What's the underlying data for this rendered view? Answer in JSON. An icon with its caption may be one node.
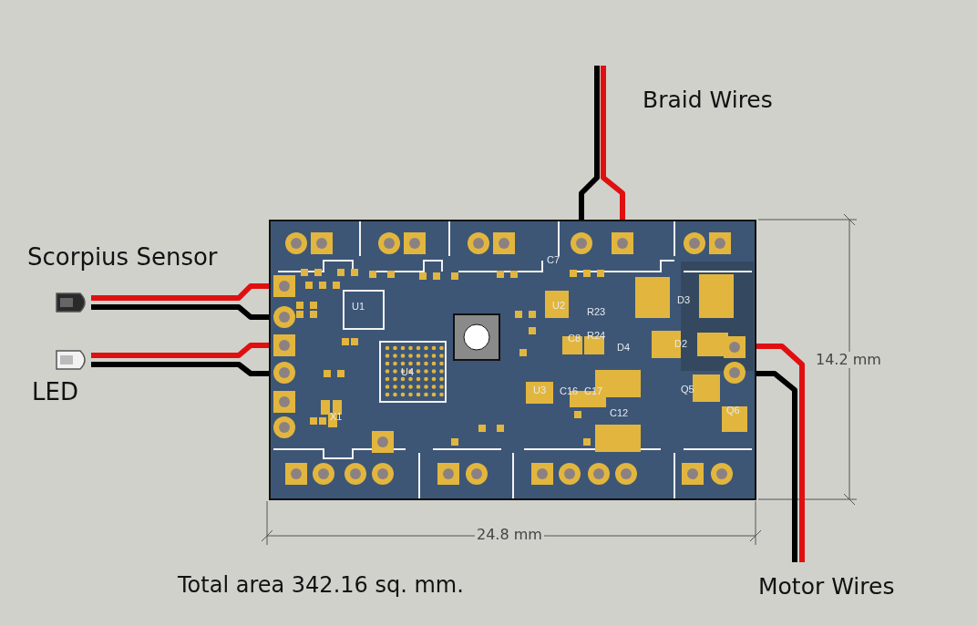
{
  "diagram": {
    "nodes": [
      {
        "text": [],
        "shape": "picture"
      },
      {
        "text": [
          "Scorpius Sensor"
        ]
      },
      {
        "text": [
          "LED"
        ]
      }
    ],
    "edges": [
      {
        "from": 1,
        "to": 0,
        "arrow": "none",
        "color": "#e01010"
      },
      {
        "from": 1,
        "to": 0,
        "arrow": "none",
        "color": "#000000"
      },
      {
        "from": 2,
        "to": 0,
        "arrow": "none",
        "color": "#e01010"
      },
      {
        "from": 2,
        "to": 0,
        "arrow": "none",
        "color": "#000000"
      },
      {
        "from": null,
        "to": 0,
        "arrow": "none",
        "color": "#000000"
      },
      {
        "from": null,
        "to": 0,
        "arrow": "none",
        "color": "#e01010"
      },
      {
        "from": 0,
        "to": null,
        "arrow": "none",
        "color": "#e01010"
      },
      {
        "from": 0,
        "to": null,
        "arrow": "none",
        "color": "#000000"
      }
    ],
    "labels": [
      "Braid Wires",
      "C7",
      "U1",
      "U2",
      "R23",
      "D3",
      "14.2 mm",
      "C8",
      "R24",
      "D2",
      "D4",
      "U4",
      "U3",
      "C16",
      "C17",
      "Q5",
      "X1",
      "C12",
      "Q6",
      "24.8 mm",
      "Total area 342.16 sq. mm.",
      "Motor Wires"
    ]
  }
}
